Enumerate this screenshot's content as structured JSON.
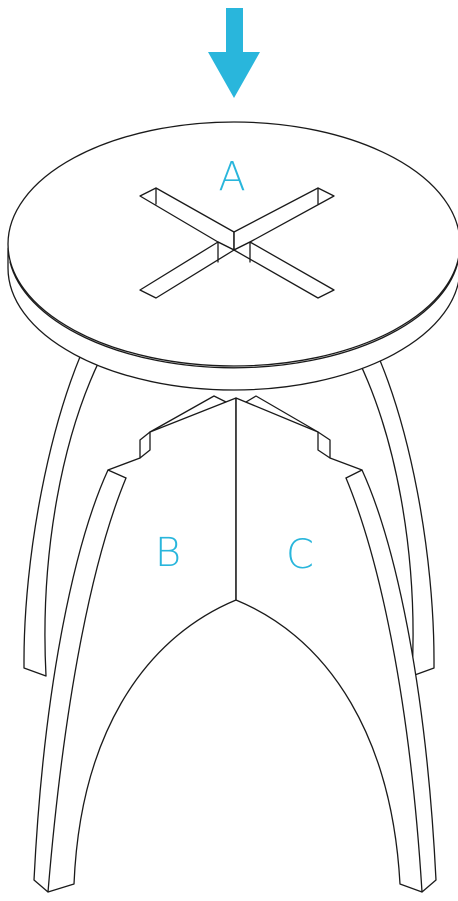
{
  "diagram": {
    "accent_color": "#29b6dc",
    "line_color": "#1a1a1a",
    "arrow": {
      "icon": "arrow-down-icon",
      "meaning": "press down"
    },
    "labels": {
      "seat": "A",
      "leg_left": "B",
      "leg_right": "C"
    }
  }
}
